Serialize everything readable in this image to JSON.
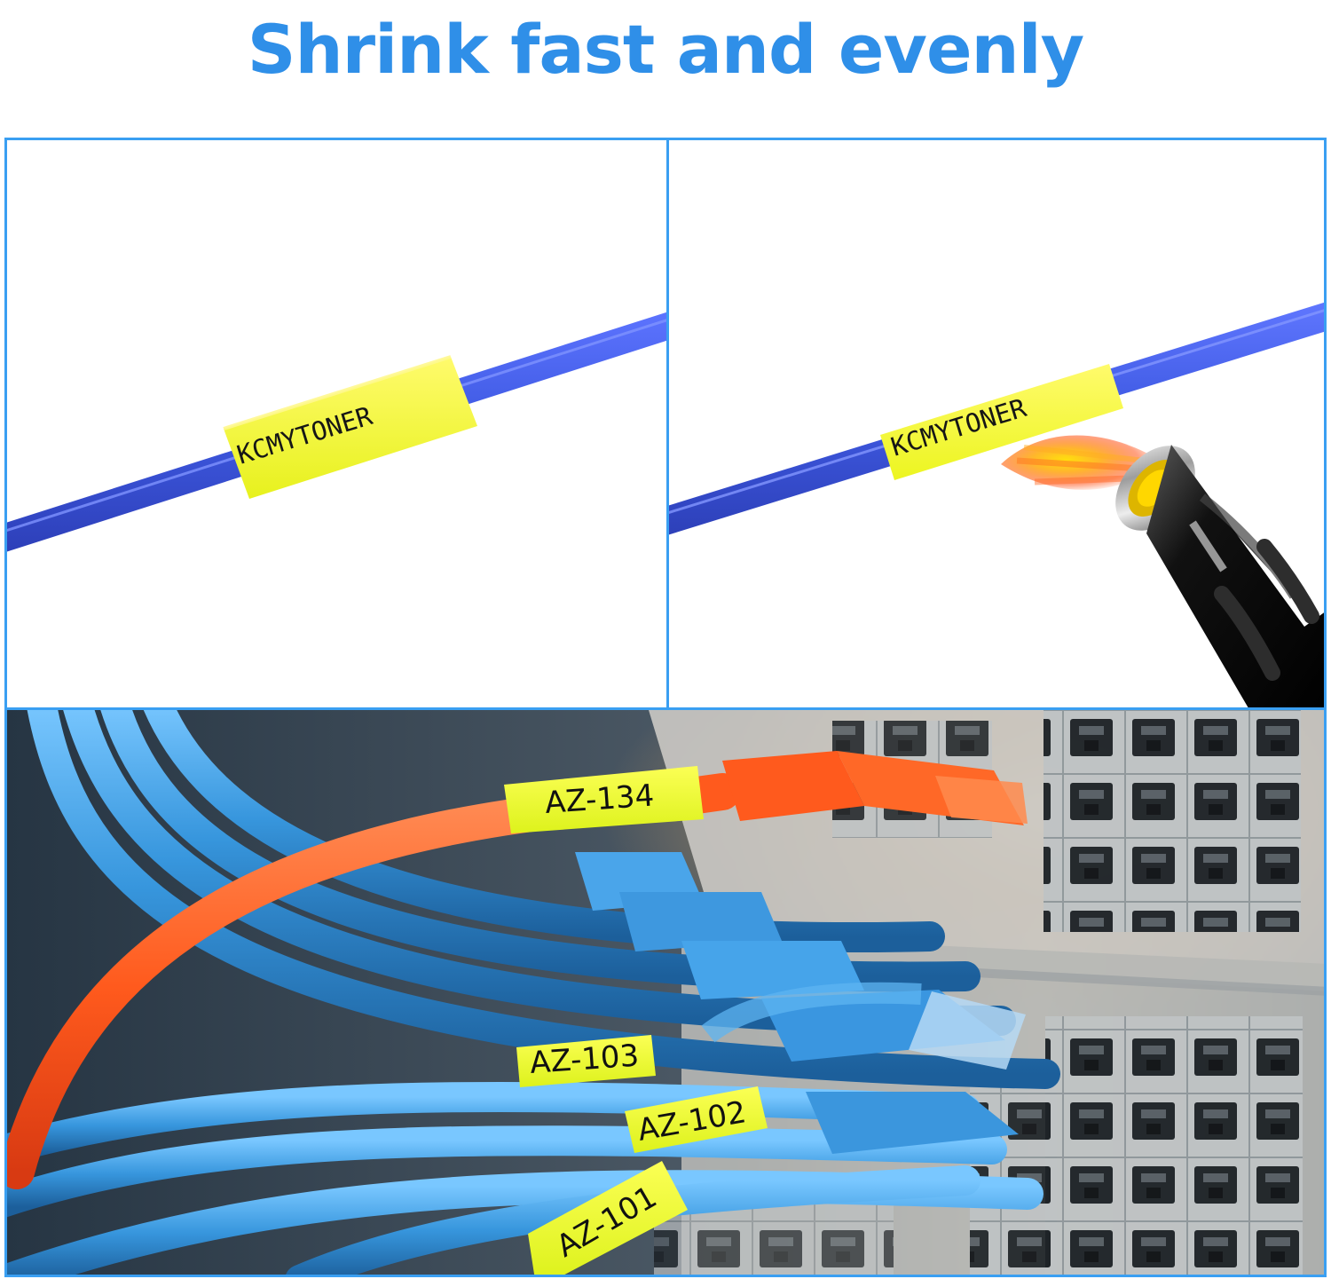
{
  "headline": "Shrink fast and evenly",
  "colors": {
    "headline": "#2f8fe8",
    "panel_border": "#3a9ff2",
    "tube_yellow": "#f2ff2f",
    "cable_blue": "#3b57d8",
    "network_blue": "#3c9ce2",
    "orange_cable": "#ff5b26"
  },
  "panels": {
    "before": {
      "label": "KCMYTONER"
    },
    "after": {
      "label": "KCMYTONER"
    },
    "network": {
      "labels": [
        "AZ-134",
        "AZ-103",
        "AZ-102",
        "AZ-101"
      ]
    }
  },
  "icons": {
    "heat_gun": "heat-gun-icon"
  }
}
